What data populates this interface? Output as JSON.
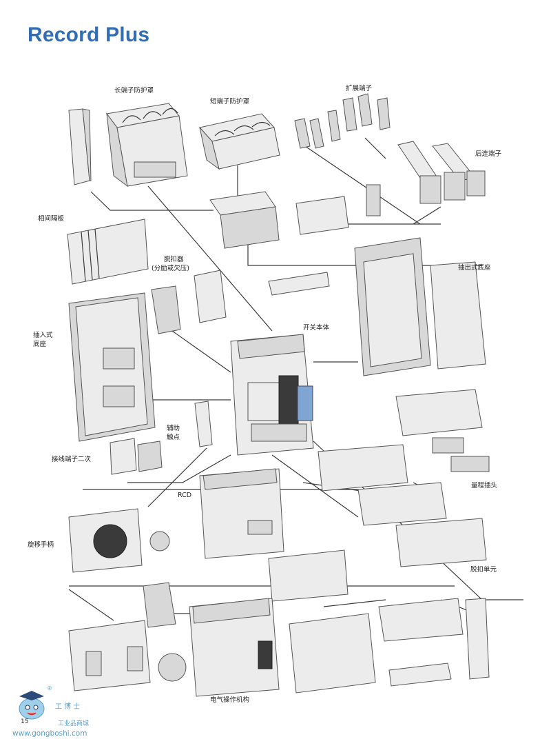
{
  "title": "Record Plus",
  "labels": {
    "long_terminal_cover": "长端子防护罩",
    "short_terminal_cover": "短端子防护罩",
    "extension_terminal": "扩展端子",
    "rear_terminal": "后连端子",
    "phase_barrier": "相间隔板",
    "release_line1": "脱扣器",
    "release_line2": "(分励或欠压)",
    "withdrawable_base": "抽出式底座",
    "plugin_base_line1": "插入式",
    "plugin_base_line2": "底座",
    "breaker_body": "开关本体",
    "aux_contact_line1": "辅助",
    "aux_contact_line2": "触点",
    "secondary_terminal": "接线端子二次",
    "rating_plug": "量程插头",
    "rcd": "RCD",
    "rotary_handle": "旋移手柄",
    "trip_unit": "脱扣单元",
    "motor_operator": "电气操作机构"
  },
  "watermark": {
    "brand": "工博士",
    "registered": "®",
    "subtitle": "工业品商城",
    "url": "www.gongboshi.com"
  },
  "page_number": "15",
  "colors": {
    "title": "#2f6db5",
    "watermark": "#5a9ec9",
    "lines": "#3a3a3a"
  }
}
